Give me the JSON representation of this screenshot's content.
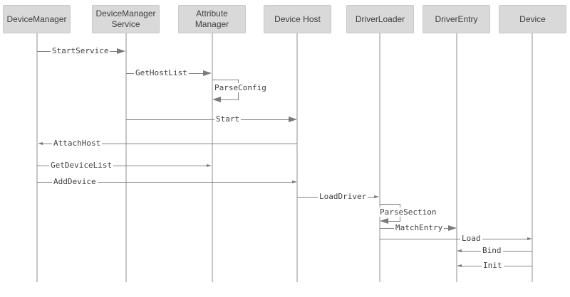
{
  "diagram": {
    "type": "sequence-diagram",
    "actors": [
      {
        "label": "DeviceManager"
      },
      {
        "label": "DeviceManager\nService"
      },
      {
        "label": "Attribute\nManager"
      },
      {
        "label": "Device Host"
      },
      {
        "label": "DriverLoader"
      },
      {
        "label": "DriverEntry"
      },
      {
        "label": "Device"
      }
    ],
    "messages": [
      {
        "label": "StartService",
        "from": "DeviceManager",
        "to": "DeviceManagerService",
        "kind": "call",
        "arrow": "solid-large-right"
      },
      {
        "label": "GetHostList",
        "from": "DeviceManagerService",
        "to": "AttributeManager",
        "kind": "call",
        "arrow": "solid-large-right"
      },
      {
        "label": "ParseConfig",
        "from": "AttributeManager",
        "to": "AttributeManager",
        "kind": "self",
        "arrow": "solid-large-left"
      },
      {
        "label": "Start",
        "from": "DeviceManagerService",
        "to": "DeviceHost",
        "kind": "call",
        "arrow": "solid-large-right"
      },
      {
        "label": "AttachHost",
        "from": "DeviceHost",
        "to": "DeviceManager",
        "kind": "async",
        "arrow": "small-left"
      },
      {
        "label": "GetDeviceList",
        "from": "DeviceManager",
        "to": "AttributeManager",
        "kind": "async",
        "arrow": "small-right"
      },
      {
        "label": "AddDevice",
        "from": "DeviceManager",
        "to": "DeviceHost",
        "kind": "async",
        "arrow": "small-right"
      },
      {
        "label": "LoadDriver",
        "from": "DeviceHost",
        "to": "DriverLoader",
        "kind": "async",
        "arrow": "small-right"
      },
      {
        "label": "ParseSection",
        "from": "DriverLoader",
        "to": "DriverLoader",
        "kind": "self",
        "arrow": "solid-large-left"
      },
      {
        "label": "MatchEntry",
        "from": "DriverLoader",
        "to": "DriverEntry",
        "kind": "call",
        "arrow": "solid-large-right"
      },
      {
        "label": "Load",
        "from": "DriverLoader",
        "to": "Device",
        "kind": "async",
        "arrow": "small-right"
      },
      {
        "label": "Bind",
        "from": "Device",
        "to": "DriverEntry",
        "kind": "async",
        "arrow": "small-left"
      },
      {
        "label": "Init",
        "from": "Device",
        "to": "DriverEntry",
        "kind": "async",
        "arrow": "small-left"
      }
    ],
    "colors": {
      "background": "#ffffff",
      "actor_fill": "#d9d9d9",
      "actor_border": "#c9c9c9",
      "lifeline": "#c6c6c6",
      "message_line": "#828282",
      "arrowhead": "#7b7b7b",
      "text": "#3f3f3f"
    }
  }
}
